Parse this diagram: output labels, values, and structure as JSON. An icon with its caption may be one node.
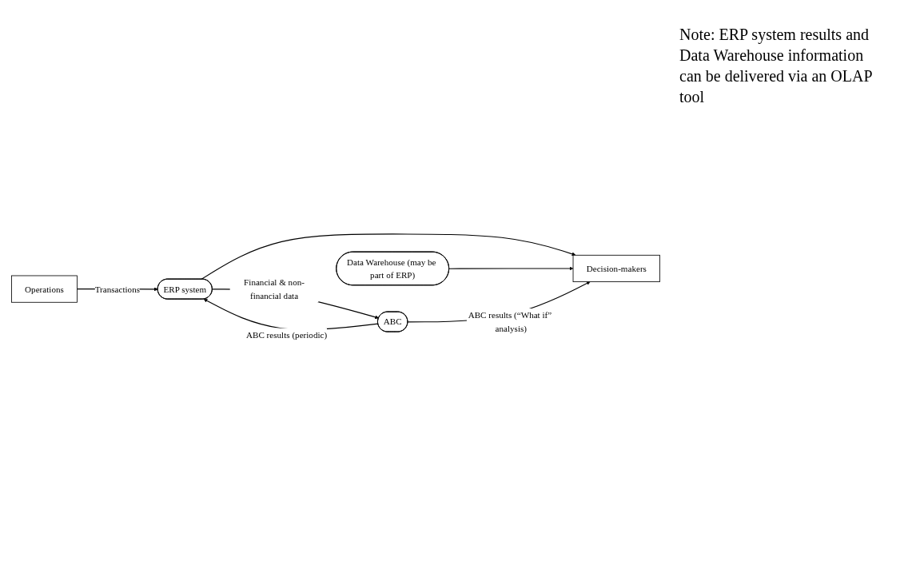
{
  "diagram": {
    "nodes": [
      {
        "text": [
          "Operations"
        ]
      },
      {
        "text": [
          "ERP system"
        ]
      },
      {
        "text": [
          "Data Warehouse (may be part of ERP)"
        ]
      },
      {
        "text": [
          "ABC"
        ]
      },
      {
        "text": [
          "Decision-makers"
        ]
      }
    ],
    "edges": [
      {
        "from": 0,
        "to": 1,
        "arrow": "to",
        "label": "Transactions"
      },
      {
        "from": 1,
        "to": 3,
        "arrow": "to",
        "label": "Financial & non-financial data"
      },
      {
        "from": 3,
        "to": 1,
        "arrow": "to",
        "label": "ABC results (periodic)"
      },
      {
        "from": 1,
        "to": 4,
        "arrow": "to"
      },
      {
        "from": 2,
        "to": 4,
        "arrow": "to"
      },
      {
        "from": 3,
        "to": 4,
        "arrow": "to",
        "label": "ABC results (“What if” analysis)"
      }
    ],
    "labels": [
      "Note: ERP system results and Data Warehouse information can be delivered via an OLAP tool"
    ]
  }
}
